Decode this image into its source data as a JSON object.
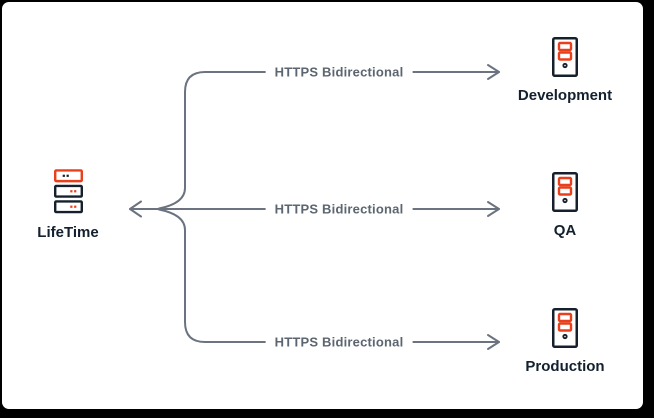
{
  "diagram": {
    "source": {
      "label": "LifeTime",
      "icon": "rack-server-icon"
    },
    "connections": [
      {
        "label": "HTTPS Bidirectional",
        "target": "Development",
        "direction": "bidirectional"
      },
      {
        "label": "HTTPS Bidirectional",
        "target": "QA",
        "direction": "bidirectional"
      },
      {
        "label": "HTTPS Bidirectional",
        "target": "Production",
        "direction": "bidirectional"
      }
    ],
    "targets": [
      {
        "label": "Development",
        "icon": "tower-server-icon"
      },
      {
        "label": "QA",
        "icon": "tower-server-icon"
      },
      {
        "label": "Production",
        "icon": "tower-server-icon"
      }
    ],
    "colors": {
      "accent_red": "#E8401D",
      "dark_navy": "#16202C",
      "line_gray": "#6B7280",
      "connection_label_gray": "#5C6670",
      "background": "#FFFFFF",
      "frame": "#000000"
    }
  }
}
